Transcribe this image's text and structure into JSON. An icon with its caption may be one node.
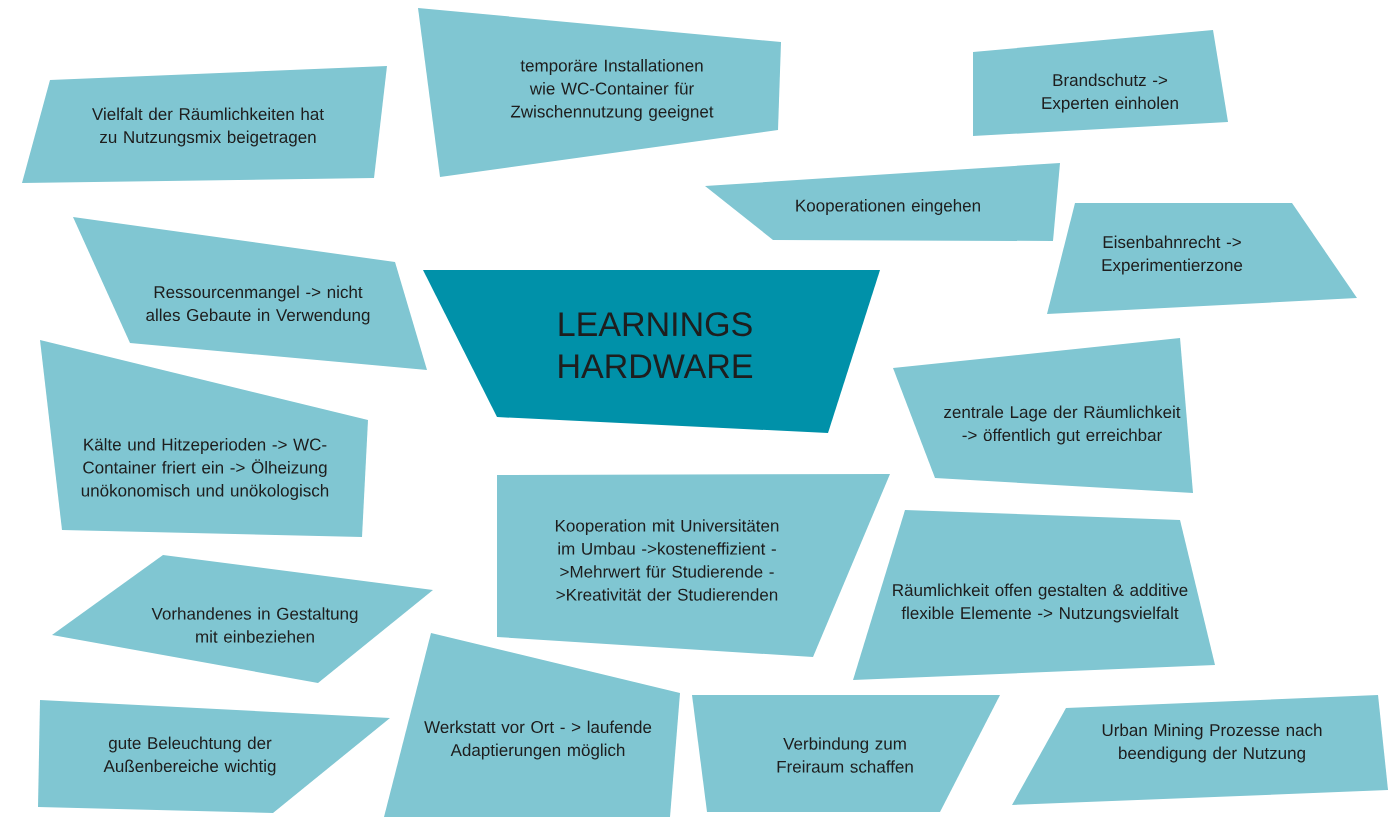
{
  "diagram": {
    "nodes": [
      {
        "text": [
          "LEARNINGS HARDWARE"
        ]
      },
      {
        "text": [
          "Vielfalt der Räumlichkeiten hat zu Nutzungsmix beigetragen"
        ]
      },
      {
        "text": [
          "temporäre Installationen wie WC-Container für Zwischennutzung geeignet"
        ]
      },
      {
        "text": [
          "Brandschutz -> Experten einholen"
        ]
      },
      {
        "text": [
          "Kooperationen eingehen"
        ]
      },
      {
        "text": [
          "Eisenbahnrecht -> Experimentierzone"
        ]
      },
      {
        "text": [
          "Ressourcenmangel -> nicht alles Gebaute in Verwendung"
        ]
      },
      {
        "text": [
          "Kälte und Hitzeperioden -> WC-Container friert ein -> Ölheizung unökonomisch und unökologisch"
        ]
      },
      {
        "text": [
          "zentrale Lage der Räumlichkeit -> öffentlich gut erreichbar"
        ]
      },
      {
        "text": [
          "Kooperation mit Universitäten im Umbau ->kosteneffizient ->Mehrwert für Studierende ->Kreativität der Studierenden"
        ]
      },
      {
        "text": [
          "Räumlichkeit offen gestalten & additive flexible Elemente -> Nutzungsvielfalt"
        ]
      },
      {
        "text": [
          "Vorhandenes in Gestaltung mit einbeziehen"
        ]
      },
      {
        "text": [
          "gute Beleuchtung der Außenbereiche wichtig"
        ]
      },
      {
        "text": [
          "Werkstatt vor Ort - > laufende Adaptierungen möglich"
        ]
      },
      {
        "text": [
          "Verbindung zum Freiraum schaffen"
        ]
      },
      {
        "text": [
          "Urban Mining Prozesse nach beendigung der Nutzung"
        ]
      }
    ]
  }
}
